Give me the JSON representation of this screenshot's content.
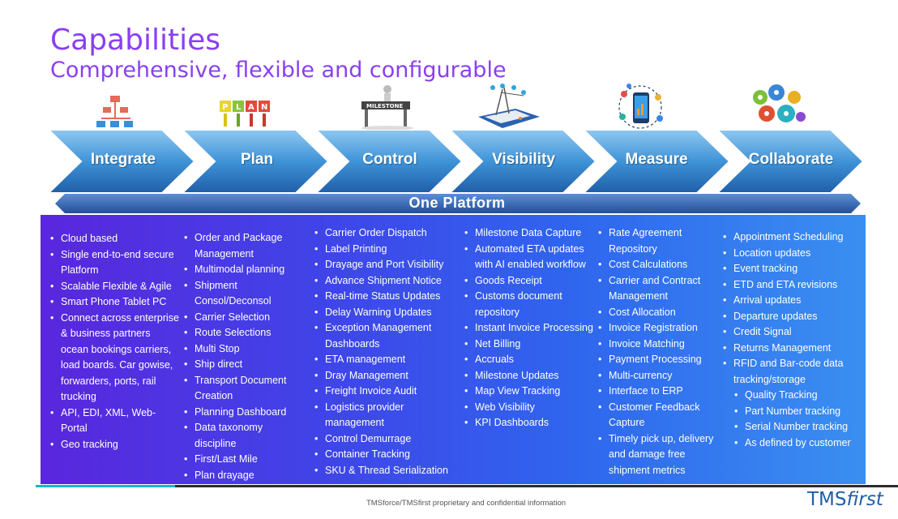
{
  "header": {
    "title": "Capabilities",
    "subtitle": "Comprehensive, flexible and configurable"
  },
  "stages": [
    {
      "label": "Integrate",
      "icon": "org-chart-icon"
    },
    {
      "label": "Plan",
      "icon": "plan-blocks-icon"
    },
    {
      "label": "Control",
      "icon": "milestone-figure-icon"
    },
    {
      "label": "Visibility",
      "icon": "port-map-icon"
    },
    {
      "label": "Measure",
      "icon": "mobile-analytics-icon"
    },
    {
      "label": "Collaborate",
      "icon": "gears-collaboration-icon"
    }
  ],
  "platform": {
    "label": "One Platform"
  },
  "columns": {
    "integrate": [
      "Cloud based",
      "Single end-to-end secure Platform",
      "Scalable Flexible & Agile",
      "Smart Phone Tablet PC",
      "Connect across enterprise & business partners ocean bookings carriers, load boards. Car gowise, forwarders, ports, rail trucking",
      "API, EDI, XML, Web-Portal",
      "Geo tracking"
    ],
    "plan": [
      "Order and Package Management",
      "Multimodal planning",
      "Shipment Consol/Deconsol",
      "Carrier Selection",
      "Route Selections",
      "Multi Stop",
      "Ship direct",
      "Transport Document Creation",
      "Planning Dashboard",
      "Data taxonomy discipline",
      "First/Last Mile",
      "Plan drayage"
    ],
    "control": [
      "Carrier Order Dispatch",
      "Label Printing",
      "Drayage and Port Visibility",
      "Advance Shipment Notice",
      "Real-time Status Updates",
      "Delay Warning Updates",
      "Exception Management Dashboards",
      "ETA management",
      "Dray Management",
      "Freight Invoice Audit",
      "Logistics provider management",
      "Control Demurrage",
      "Container Tracking",
      "SKU & Thread Serialization"
    ],
    "visibility": [
      "Milestone Data Capture",
      "Automated ETA updates with AI enabled workflow",
      "Goods Receipt",
      "Customs document repository",
      "Instant Invoice Processing",
      "Net Billing",
      "Accruals",
      "Milestone Updates",
      "Map View Tracking",
      "Web Visibility",
      "KPI Dashboards"
    ],
    "measure": [
      "Rate Agreement Repository",
      "Cost Calculations",
      "Carrier and Contract Management",
      "Cost Allocation",
      "Invoice Registration",
      "Invoice Matching",
      "Payment Processing",
      "Multi-currency",
      "Interface to ERP",
      "Customer Feedback Capture",
      "Timely pick up, delivery and damage free shipment metrics"
    ],
    "collaborate": [
      "Appointment Scheduling",
      "Location updates",
      "Event tracking",
      "ETD and ETA revisions",
      "Arrival updates",
      "Departure updates",
      "Credit Signal",
      "Returns Management",
      "RFID and Bar-code data tracking/storage"
    ],
    "collaborate_sub": [
      "Quality Tracking",
      "Part Number tracking",
      "Serial Number tracking",
      "As defined by customer"
    ]
  },
  "footer": {
    "text": "TMSforce/TMSfirst proprietary and confidential information",
    "logo_main": "TMS",
    "logo_accent": "first"
  }
}
